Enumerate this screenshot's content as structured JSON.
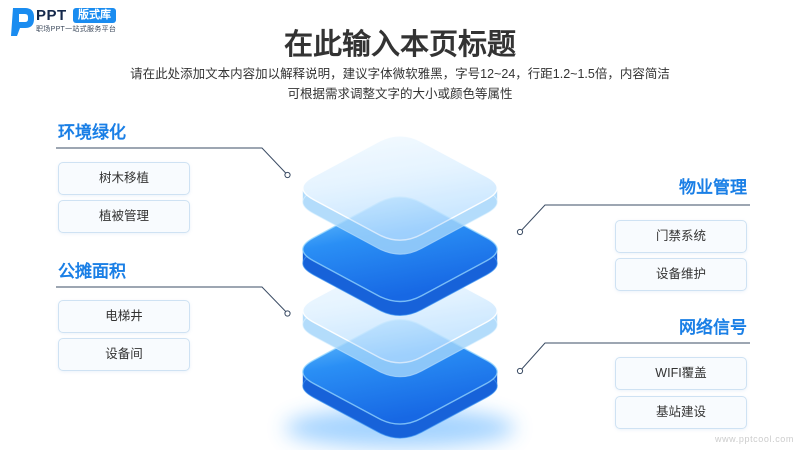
{
  "logo": {
    "brand": "PPT",
    "badge": "版式库",
    "tagline": "职场PPT一站式服务平台",
    "icon": "p-logo-icon"
  },
  "title": "在此输入本页标题",
  "description": [
    "请在此处添加文本内容加以解释说明，建议字体微软雅黑，字号12~24，行距1.2~1.5倍，内容简洁",
    "可根据需求调整文字的大小或颜色等属性"
  ],
  "groups": [
    {
      "heading": "环境绿化",
      "items": [
        "树木移植",
        "植被管理"
      ]
    },
    {
      "heading": "公摊面积",
      "items": [
        "电梯井",
        "设备间"
      ]
    },
    {
      "heading": "物业管理",
      "items": [
        "门禁系统",
        "设备维护"
      ]
    },
    {
      "heading": "网络信号",
      "items": [
        "WIFI覆盖",
        "基站建设"
      ]
    }
  ],
  "watermark": "www.pptcool.com",
  "colors": {
    "accent": "#1a7fe6",
    "brand": "#1a8cf0",
    "text": "#333333",
    "solid_layer": "#2a8ff5",
    "light_layer": "#b8dfff"
  }
}
